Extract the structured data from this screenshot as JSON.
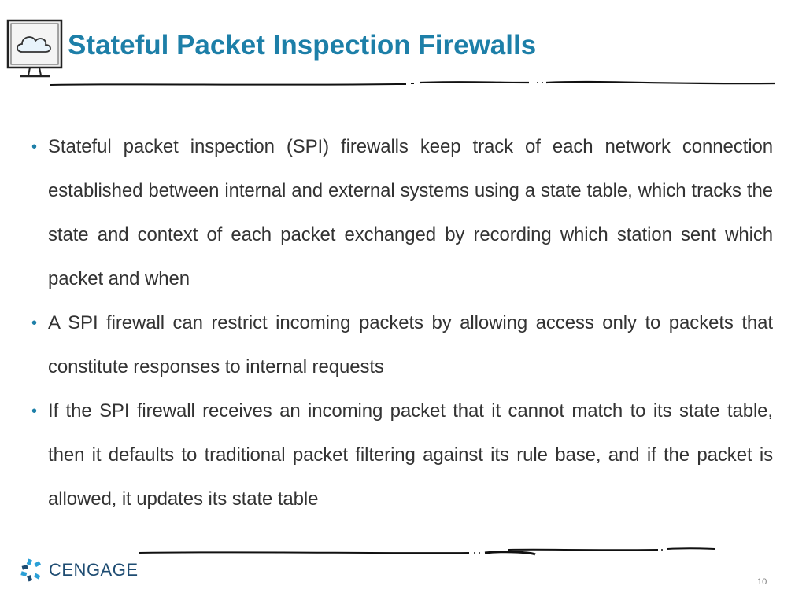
{
  "slide": {
    "title": "Stateful Packet Inspection Firewalls",
    "bullets": [
      "Stateful packet inspection (SPI) firewalls keep track of each network connection established between internal and external systems using a state table, which tracks the state and context of each packet exchanged by recording which station sent which packet and when",
      "A SPI firewall can restrict incoming packets by allowing access only to packets that constitute responses to internal requests",
      "If the SPI firewall receives an incoming packet that it cannot match to its state table, then it defaults to traditional packet filtering against its rule base, and if the packet is allowed, it updates its state table"
    ],
    "bullet_symbol": "•",
    "page_number": "10"
  },
  "footer": {
    "logo_text": "CENGAGE"
  },
  "icons": {
    "header_icon": "monitor-cloud-icon",
    "logo_icon": "cengage-mark-icon"
  },
  "colors": {
    "title": "#1d7fa8",
    "body_text": "#333333",
    "logo_text": "#1e4c72",
    "logo_mark": "#2a9fd6"
  }
}
